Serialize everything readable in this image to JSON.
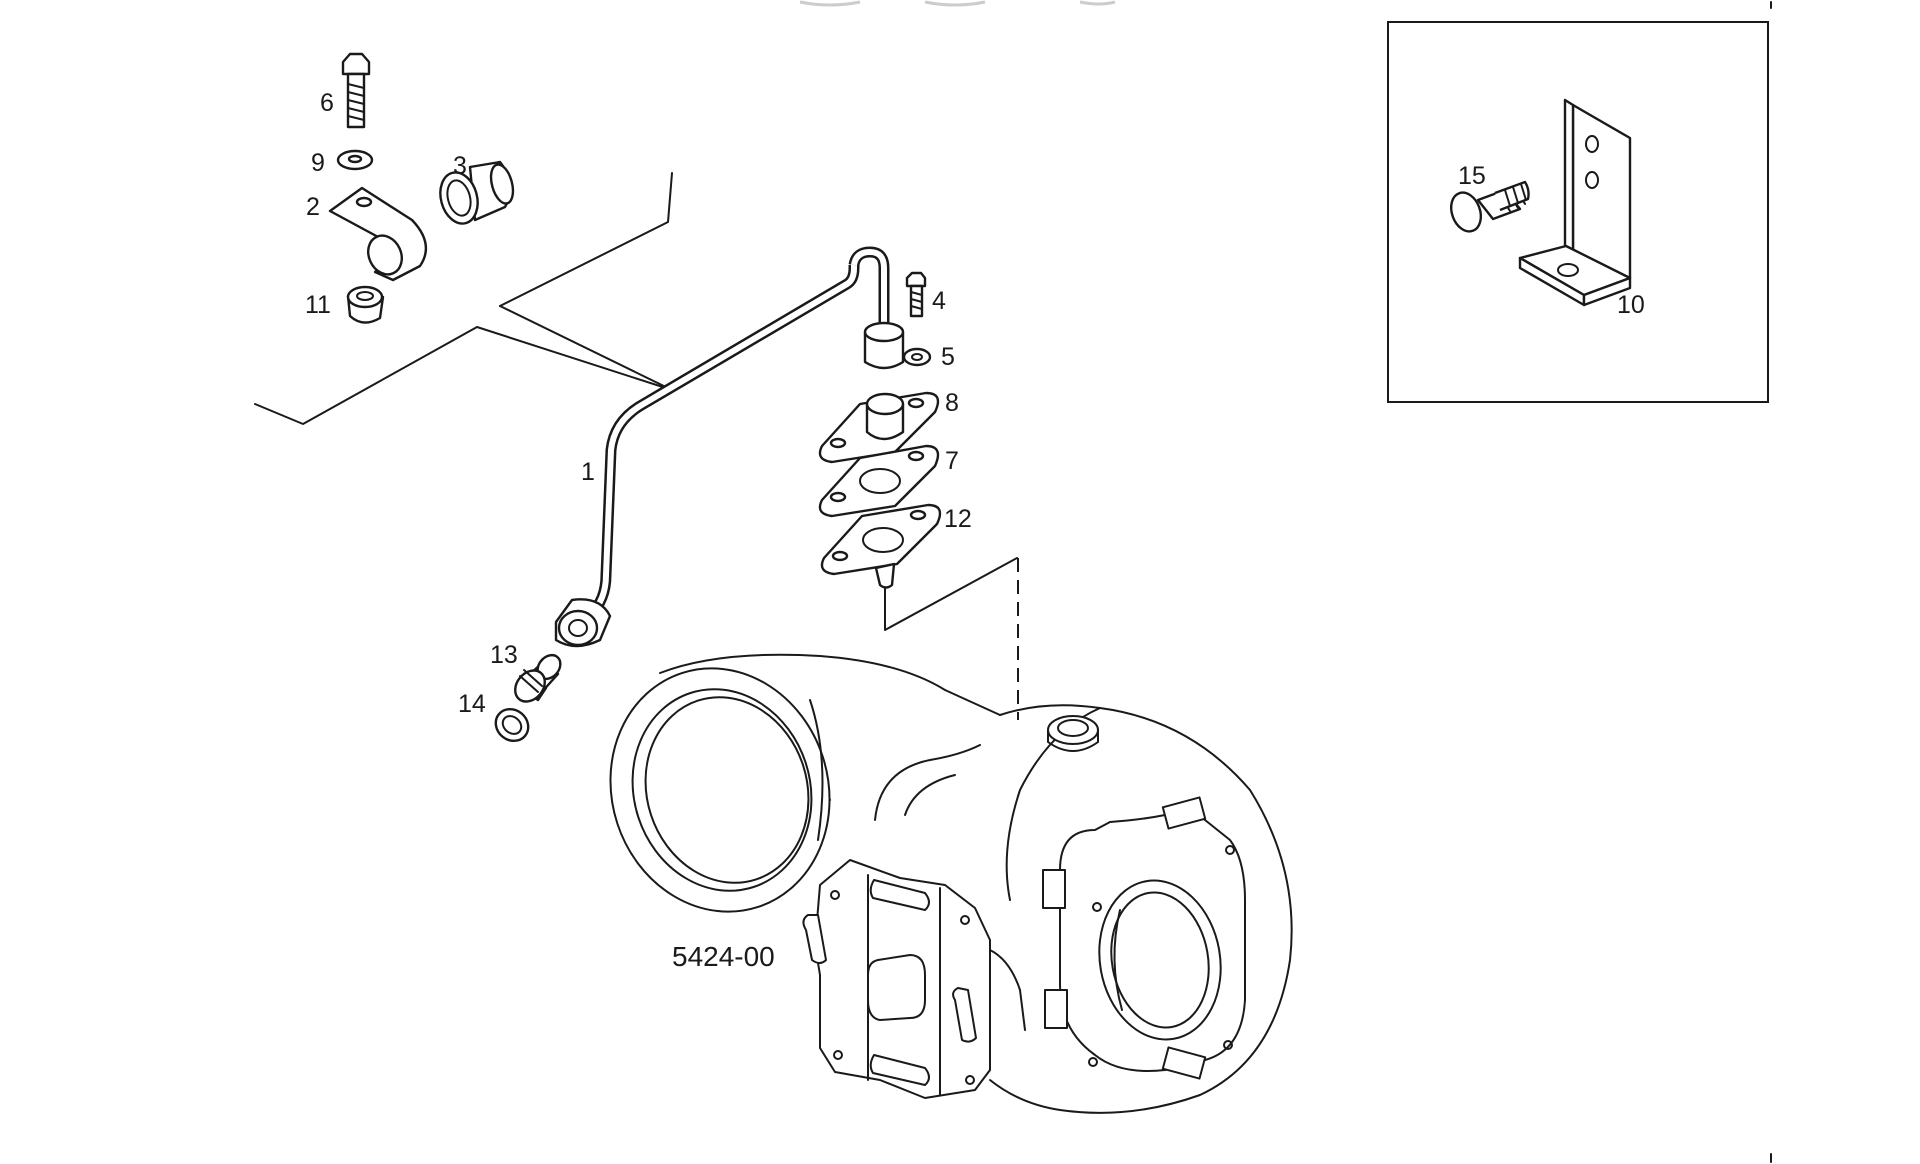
{
  "diagram": {
    "reference_code": "5424-00",
    "callouts": [
      {
        "key": "1",
        "text": "1"
      },
      {
        "key": "2",
        "text": "2"
      },
      {
        "key": "3",
        "text": "3"
      },
      {
        "key": "4",
        "text": "4"
      },
      {
        "key": "5",
        "text": "5"
      },
      {
        "key": "6",
        "text": "6"
      },
      {
        "key": "7",
        "text": "7"
      },
      {
        "key": "8",
        "text": "8"
      },
      {
        "key": "9",
        "text": "9"
      },
      {
        "key": "10",
        "text": "10"
      },
      {
        "key": "11",
        "text": "11"
      },
      {
        "key": "12",
        "text": "12"
      },
      {
        "key": "13",
        "text": "13"
      },
      {
        "key": "14",
        "text": "14"
      },
      {
        "key": "15",
        "text": "15"
      }
    ]
  }
}
